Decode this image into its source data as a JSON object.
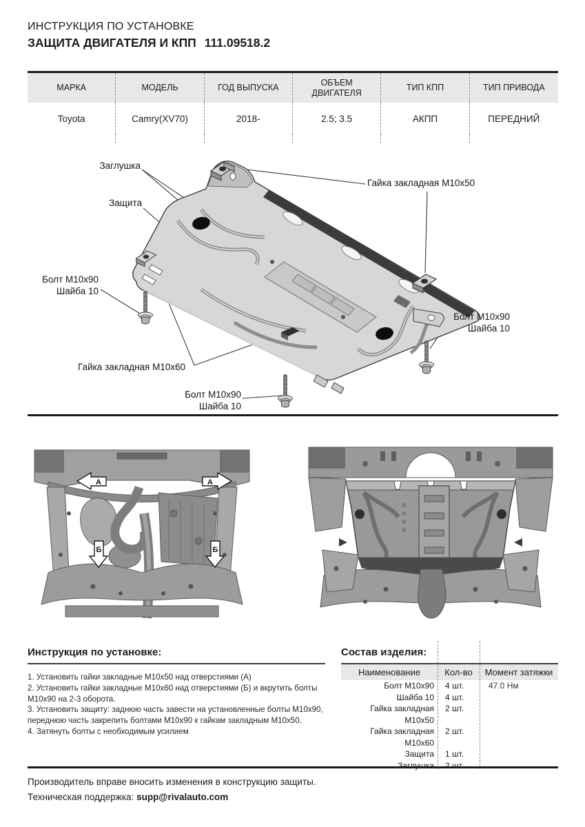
{
  "header": {
    "eyebrow": "ИНСТРУКЦИЯ ПО УСТАНОВКЕ",
    "title": "ЗАЩИТА ДВИГАТЕЛЯ И КПП",
    "part_number": "111.09518.2"
  },
  "spec_table": {
    "headers": [
      "МАРКА",
      "МОДЕЛЬ",
      "ГОД ВЫПУСКА",
      "ОБЪЕМ ДВИГАТЕЛЯ",
      "ТИП КПП",
      "ТИП ПРИВОДА"
    ],
    "row": [
      "Toyota",
      "Camry(XV70)",
      "2018-",
      "2.5; 3.5",
      "АКПП",
      "ПЕРЕДНИЙ"
    ]
  },
  "diagram": {
    "labels": {
      "plug": "Заглушка",
      "shield": "Защита",
      "nut50": "Гайка закладная М10х50",
      "nut60": "Гайка закладная М10х60",
      "bolt1": "Болт М10х90",
      "bolt2": "Шайба 10"
    }
  },
  "photos": {
    "marker_a": "А",
    "marker_b": "Б"
  },
  "instructions": {
    "heading": "Инструкция по установке:",
    "steps": [
      "1. Установить гайки закладные М10х50 над отверстиями (А)",
      "2. Установить гайки закладные М10х60 над отверстиями (Б) и вкрутить болты М10х90 на 2-3 оборота.",
      "3. Установить защиту: заднюю часть завести на установленные болты М10х90, переднюю часть закрепить болтами М10х90 к гайкам закладным М10х50.",
      "4. Затянуть болты с необходимым усилием"
    ]
  },
  "parts": {
    "heading": "Состав изделия:",
    "columns": [
      "Наименование",
      "Кол-во",
      "Момент затяжки"
    ],
    "rows": [
      {
        "name": "Болт М10х90",
        "qty": "4 шт.",
        "torque": "47.0 Нм"
      },
      {
        "name": "Шайба 10",
        "qty": "4 шт.",
        "torque": ""
      },
      {
        "name": "Гайка закладная М10х50",
        "qty": "2 шт.",
        "torque": ""
      },
      {
        "name": "Гайка закладная М10х60",
        "qty": "2 шт.",
        "torque": ""
      },
      {
        "name": "Защита",
        "qty": "1 шт.",
        "torque": ""
      },
      {
        "name": "Заглушка",
        "qty": "2 шт.",
        "torque": ""
      }
    ]
  },
  "footer": {
    "note": "Производитель вправе вносить изменения в конструкцию защиты.",
    "support_label": "Техническая поддержка:",
    "email": "supp@rivalauto.com"
  },
  "colors": {
    "rule": "#1a1a1a",
    "table_header_bg": "#e8e8e8",
    "dash_line": "#8a8a8a",
    "plate_fill": "#d6d6d6",
    "plate_edge_band": "#3b3b3b"
  }
}
